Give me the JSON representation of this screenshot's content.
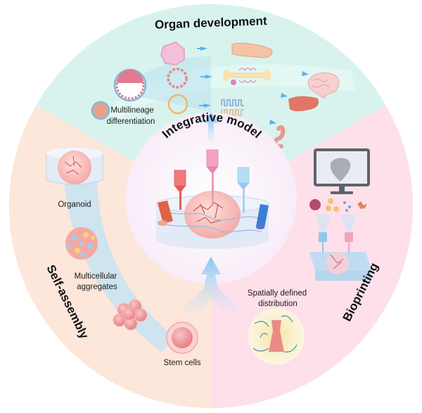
{
  "figure": {
    "sectors": [
      {
        "id": "organ-development",
        "title": "Organ development",
        "color": "#d8f3ee"
      },
      {
        "id": "self-assembly",
        "title": "Self-assembly",
        "color": "#fde6da"
      },
      {
        "id": "bioprinting",
        "title": "Bioprinting",
        "color": "#fde0ea"
      }
    ],
    "center": {
      "title": "Integrative model",
      "color": "#fbeefa"
    },
    "organ_development": {
      "labels": {
        "differentiation": "Multilineage differentiation",
        "line1": "Multilineage",
        "line2": "differentiation"
      },
      "organs": [
        "brain",
        "liver",
        "intestine"
      ]
    },
    "self_assembly": {
      "organoid": "Organoid",
      "aggregates_line1": "Multicellular",
      "aggregates_line2": "aggregates",
      "stem_cells": "Stem cells"
    },
    "bioprinting": {
      "distribution_line1": "Spatially defined",
      "distribution_line2": "distribution"
    },
    "accent_arrow": "#7cc4ef"
  }
}
